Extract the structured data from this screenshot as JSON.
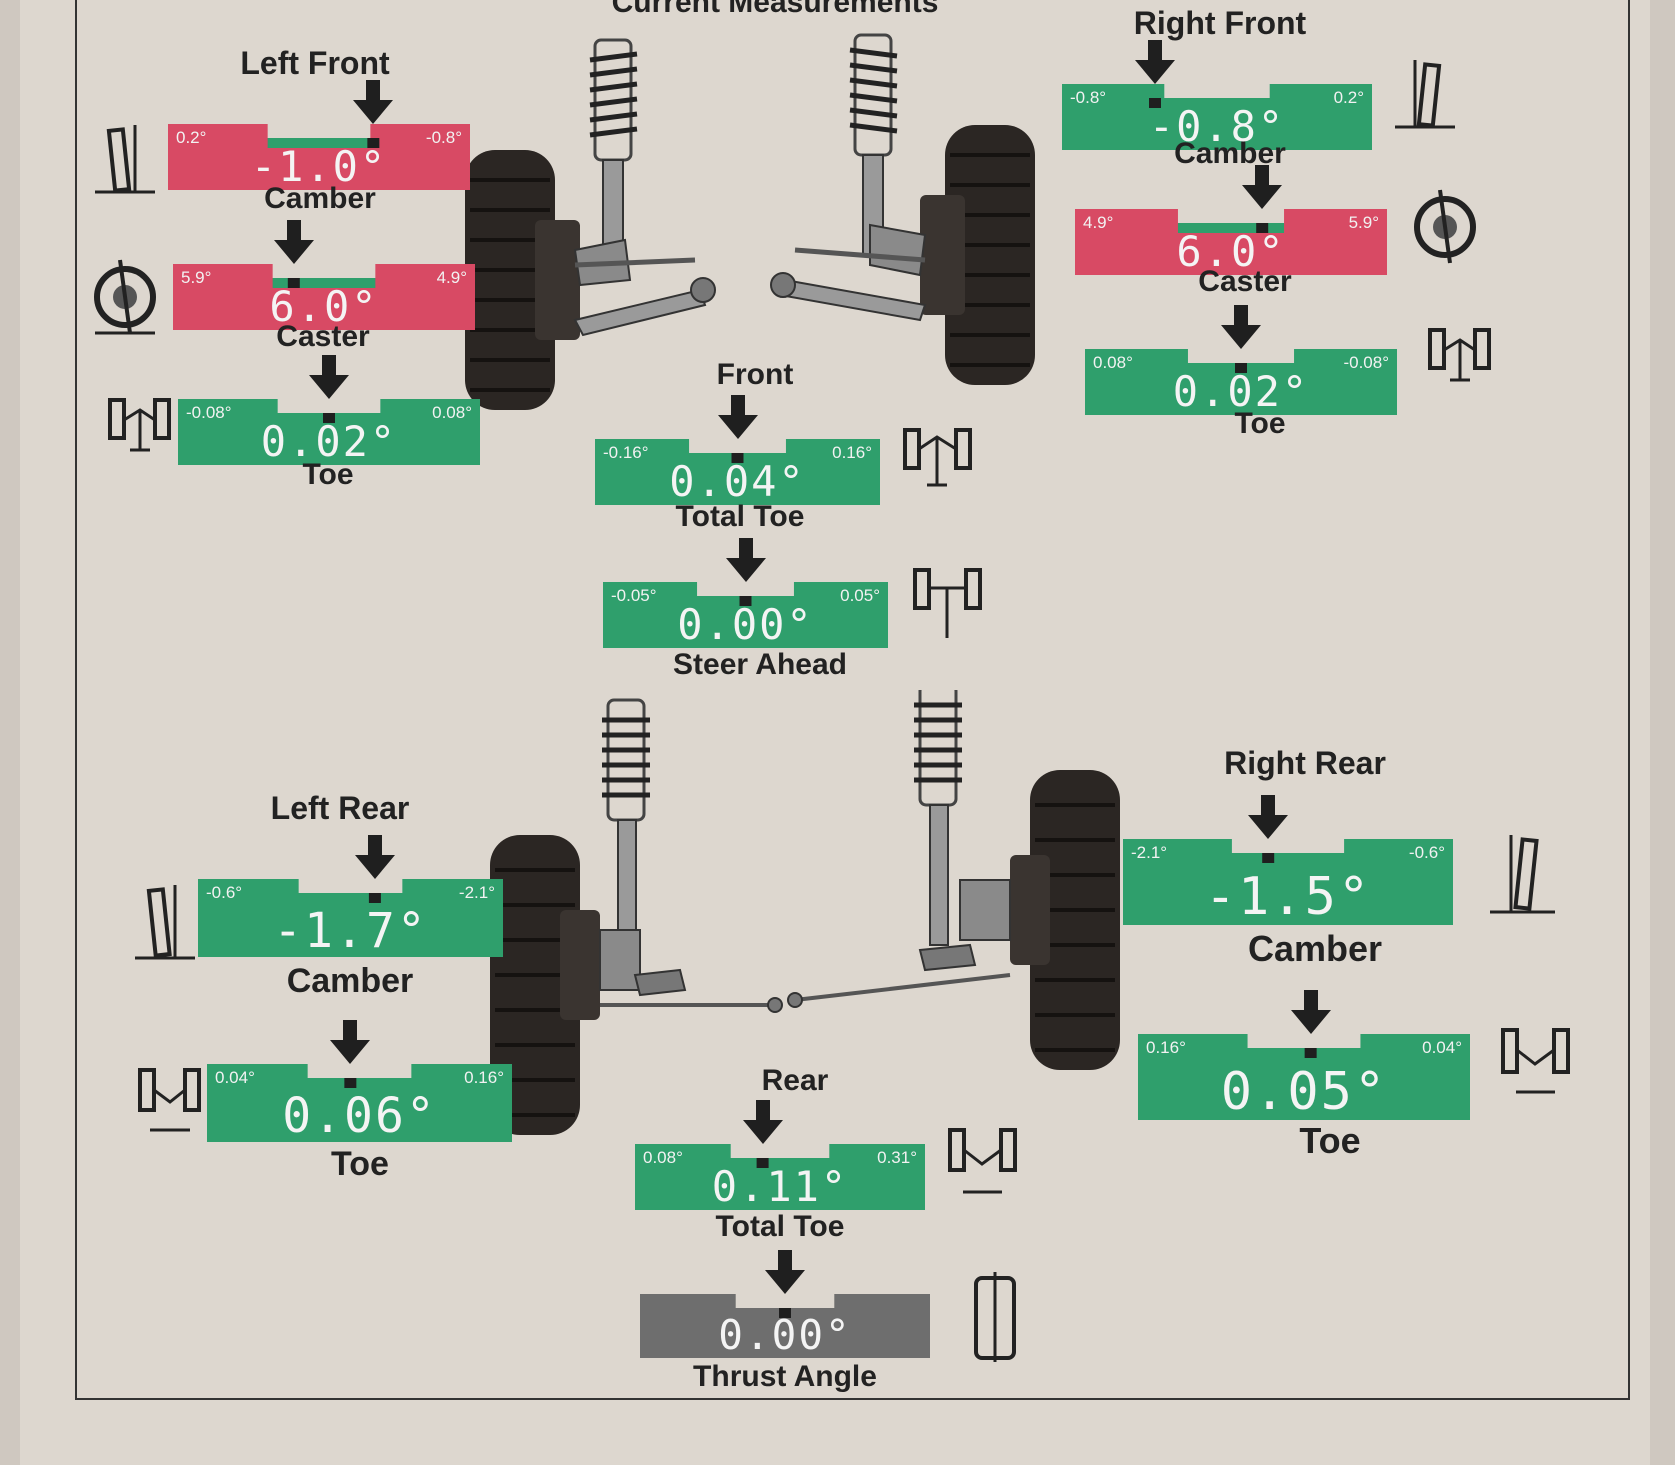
{
  "page_title": "Current Measurements",
  "colors": {
    "green": "#2f9f6c",
    "red": "#d84a64",
    "gray": "#6e6e6e",
    "indicator": "#1f1f1f"
  },
  "left_front": {
    "title": "Left Front",
    "camber": {
      "label": "Camber",
      "value": "-1.0°",
      "left": "0.2°",
      "right": "-0.8°",
      "status": "red"
    },
    "caster": {
      "label": "Caster",
      "value": "6.0°",
      "left": "5.9°",
      "right": "4.9°",
      "status": "red"
    },
    "toe": {
      "label": "Toe",
      "value": "0.02°",
      "left": "-0.08°",
      "right": "0.08°",
      "status": "green"
    }
  },
  "right_front": {
    "title": "Right Front",
    "camber": {
      "label": "Camber",
      "value": "-0.8°",
      "left": "-0.8°",
      "right": "0.2°",
      "status": "green"
    },
    "caster": {
      "label": "Caster",
      "value": "6.0°",
      "left": "4.9°",
      "right": "5.9°",
      "status": "red"
    },
    "toe": {
      "label": "Toe",
      "value": "0.02°",
      "left": "0.08°",
      "right": "-0.08°",
      "status": "green"
    }
  },
  "front": {
    "title": "Front",
    "total_toe": {
      "label": "Total Toe",
      "value": "0.04°",
      "left": "-0.16°",
      "right": "0.16°",
      "status": "green"
    },
    "steer_ahead": {
      "label": "Steer Ahead",
      "value": "0.00°",
      "left": "-0.05°",
      "right": "0.05°",
      "status": "green"
    }
  },
  "left_rear": {
    "title": "Left Rear",
    "camber": {
      "label": "Camber",
      "value": "-1.7°",
      "left": "-0.6°",
      "right": "-2.1°",
      "status": "green"
    },
    "toe": {
      "label": "Toe",
      "value": "0.06°",
      "left": "0.04°",
      "right": "0.16°",
      "status": "green"
    }
  },
  "right_rear": {
    "title": "Right Rear",
    "camber": {
      "label": "Camber",
      "value": "-1.5°",
      "left": "-2.1°",
      "right": "-0.6°",
      "status": "green"
    },
    "toe": {
      "label": "Toe",
      "value": "0.05°",
      "left": "0.16°",
      "right": "0.04°",
      "status": "green"
    }
  },
  "rear": {
    "title": "Rear",
    "total_toe": {
      "label": "Total Toe",
      "value": "0.11°",
      "left": "0.08°",
      "right": "0.31°",
      "status": "green"
    },
    "thrust_angle": {
      "label": "Thrust Angle",
      "value": "0.00°",
      "status": "gray"
    }
  }
}
